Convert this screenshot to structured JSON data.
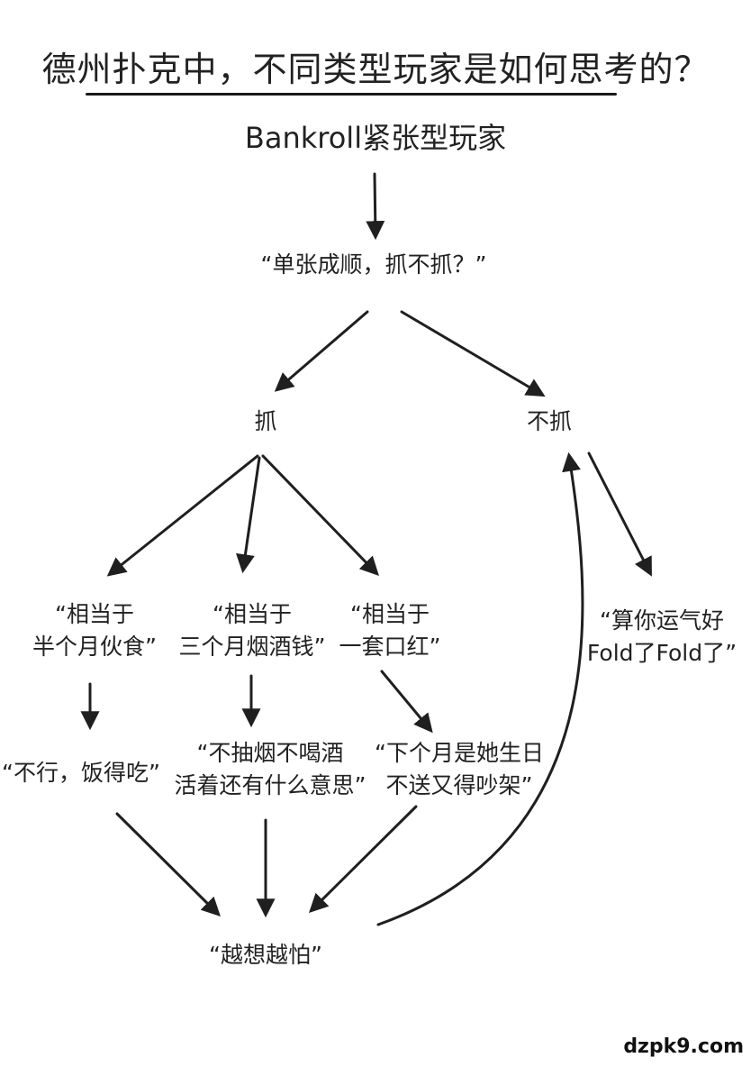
{
  "header": {
    "title": "德州扑克中，不同类型玩家是如何思考的？",
    "subtitle": "Bankroll紧张型玩家"
  },
  "nodes": {
    "question": "“单张成顺，抓不抓？”",
    "grab": "抓",
    "no_grab": "不抓",
    "food_line1": "“相当于",
    "food_line2": "半个月伙食”",
    "smoke_line1": "“相当于",
    "smoke_line2": "三个月烟酒钱”",
    "lipstick_line1": "“相当于",
    "lipstick_line2": "一套口红”",
    "fold": "“算你运气好 Fold了Fold了”",
    "eat": "“不行，饭得吃”",
    "life_line1": "“不抽烟不喝酒",
    "life_line2": "活着还有什么意思”",
    "bday_line1": "“下个月是她生日",
    "bday_line2": "不送又得吵架”",
    "fear": "“越想越怕”"
  },
  "watermark": "dzpk9.com",
  "colors": {
    "ink": "#1f1f1f",
    "background": "#ffffff"
  }
}
